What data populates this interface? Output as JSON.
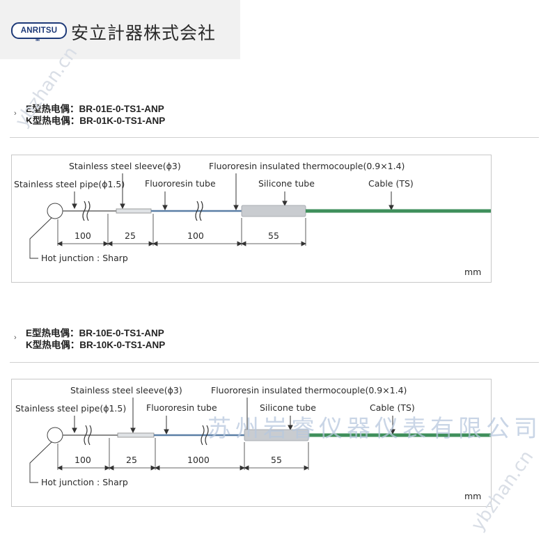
{
  "header": {
    "logo_text": "ANRITSU",
    "logo_sub": "M",
    "company_name": "安立計器株式会社"
  },
  "sections": [
    {
      "title_line1": "E型热电偶：BR-01E-0-TS1-ANP",
      "title_line2": "K型热电偶：BR-01K-0-TS1-ANP",
      "diagram": {
        "labels": {
          "sleeve": "Stainless steel sleeve(ϕ3)",
          "thermocouple": "Fluororesin insulated thermocouple(0.9×1.4)",
          "pipe": "Stainless steel pipe(ϕ1.5)",
          "fluoro_tube": "Fluororesin tube",
          "silicone": "Silicone tube",
          "cable": "Cable (TS)",
          "hot_junction": "Hot junction : Sharp",
          "unit": "mm"
        },
        "dimensions": [
          "100",
          "25",
          "100",
          "55"
        ]
      }
    },
    {
      "title_line1": "E型热电偶：BR-10E-0-TS1-ANP",
      "title_line2": "K型热电偶：BR-10K-0-TS1-ANP",
      "diagram": {
        "labels": {
          "sleeve": "Stainless steel sleeve(ϕ3)",
          "thermocouple": "Fluororesin insulated thermocouple(0.9×1.4)",
          "pipe": "Stainless steel pipe(ϕ1.5)",
          "fluoro_tube": "Fluororesin tube",
          "silicone": "Silicone tube",
          "cable": "Cable (TS)",
          "hot_junction": "Hot junction : Sharp",
          "unit": "mm"
        },
        "dimensions": [
          "100",
          "25",
          "1000",
          "55"
        ]
      }
    }
  ],
  "watermark": {
    "company_cn": "苏州岩睿仪器仪表有限公司",
    "site": "ybzhan.cn"
  },
  "colors": {
    "brand": "#1e3a78",
    "cable_green": "#3f8f5b",
    "fluoro_blue": "#5b7fa6",
    "silicone_gray": "#c9ccd0"
  }
}
